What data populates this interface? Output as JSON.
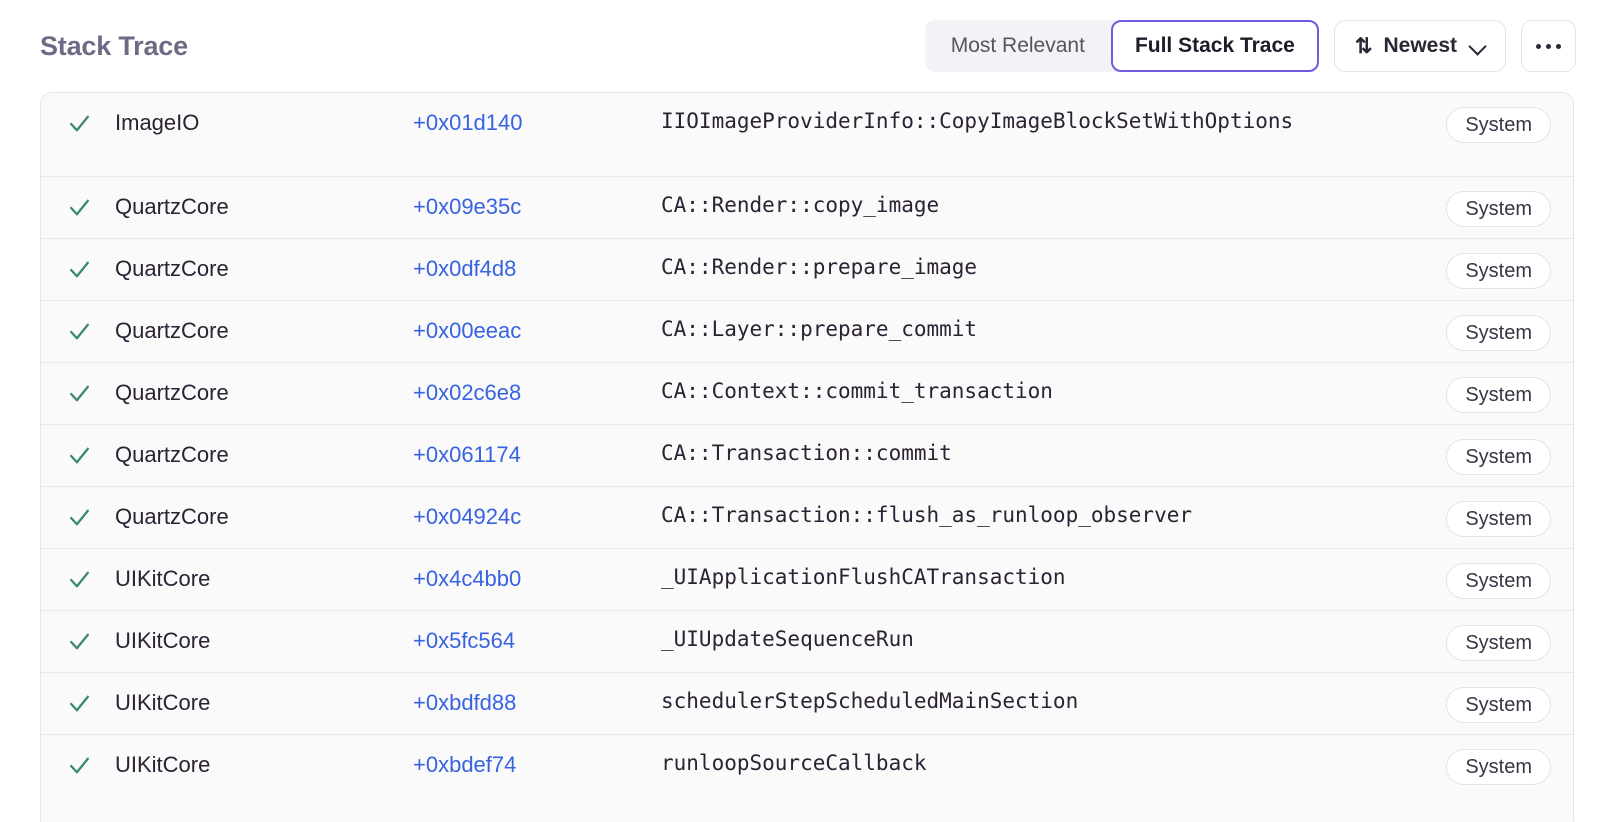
{
  "panel": {
    "title": "Stack Trace"
  },
  "toolbar": {
    "segmented": [
      {
        "label": "Most Relevant",
        "selected": false
      },
      {
        "label": "Full Stack Trace",
        "selected": true
      }
    ],
    "sort": {
      "icon": "sort-arrows-icon",
      "label": "Newest",
      "chevron": "chevron-down-icon"
    },
    "more_label": "More options",
    "accent_color": "#6c5ce0",
    "link_color": "#3763e0",
    "check_color": "#3d8a68"
  },
  "stack_frames": [
    {
      "status": "check",
      "module": "ImageIO",
      "offset": "+0x01d140",
      "function": "IIOImageProviderInfo::CopyImageBlockSetWithOptions",
      "badge": "System",
      "wrapped": true
    },
    {
      "status": "check",
      "module": "QuartzCore",
      "offset": "+0x09e35c",
      "function": "CA::Render::copy_image",
      "badge": "System",
      "wrapped": false
    },
    {
      "status": "check",
      "module": "QuartzCore",
      "offset": "+0x0df4d8",
      "function": "CA::Render::prepare_image",
      "badge": "System",
      "wrapped": false
    },
    {
      "status": "check",
      "module": "QuartzCore",
      "offset": "+0x00eeac",
      "function": "CA::Layer::prepare_commit",
      "badge": "System",
      "wrapped": false
    },
    {
      "status": "check",
      "module": "QuartzCore",
      "offset": "+0x02c6e8",
      "function": "CA::Context::commit_transaction",
      "badge": "System",
      "wrapped": false
    },
    {
      "status": "check",
      "module": "QuartzCore",
      "offset": "+0x061174",
      "function": "CA::Transaction::commit",
      "badge": "System",
      "wrapped": false
    },
    {
      "status": "check",
      "module": "QuartzCore",
      "offset": "+0x04924c",
      "function": "CA::Transaction::flush_as_runloop_observer",
      "badge": "System",
      "wrapped": false
    },
    {
      "status": "check",
      "module": "UIKitCore",
      "offset": "+0x4c4bb0",
      "function": "_UIApplicationFlushCATransaction",
      "badge": "System",
      "wrapped": false
    },
    {
      "status": "check",
      "module": "UIKitCore",
      "offset": "+0x5fc564",
      "function": "_UIUpdateSequenceRun",
      "badge": "System",
      "wrapped": false
    },
    {
      "status": "check",
      "module": "UIKitCore",
      "offset": "+0xbdfd88",
      "function": "schedulerStepScheduledMainSection",
      "badge": "System",
      "wrapped": false
    },
    {
      "status": "check",
      "module": "UIKitCore",
      "offset": "+0xbdef74",
      "function": "runloopSourceCallback",
      "badge": "System",
      "wrapped": false
    }
  ]
}
